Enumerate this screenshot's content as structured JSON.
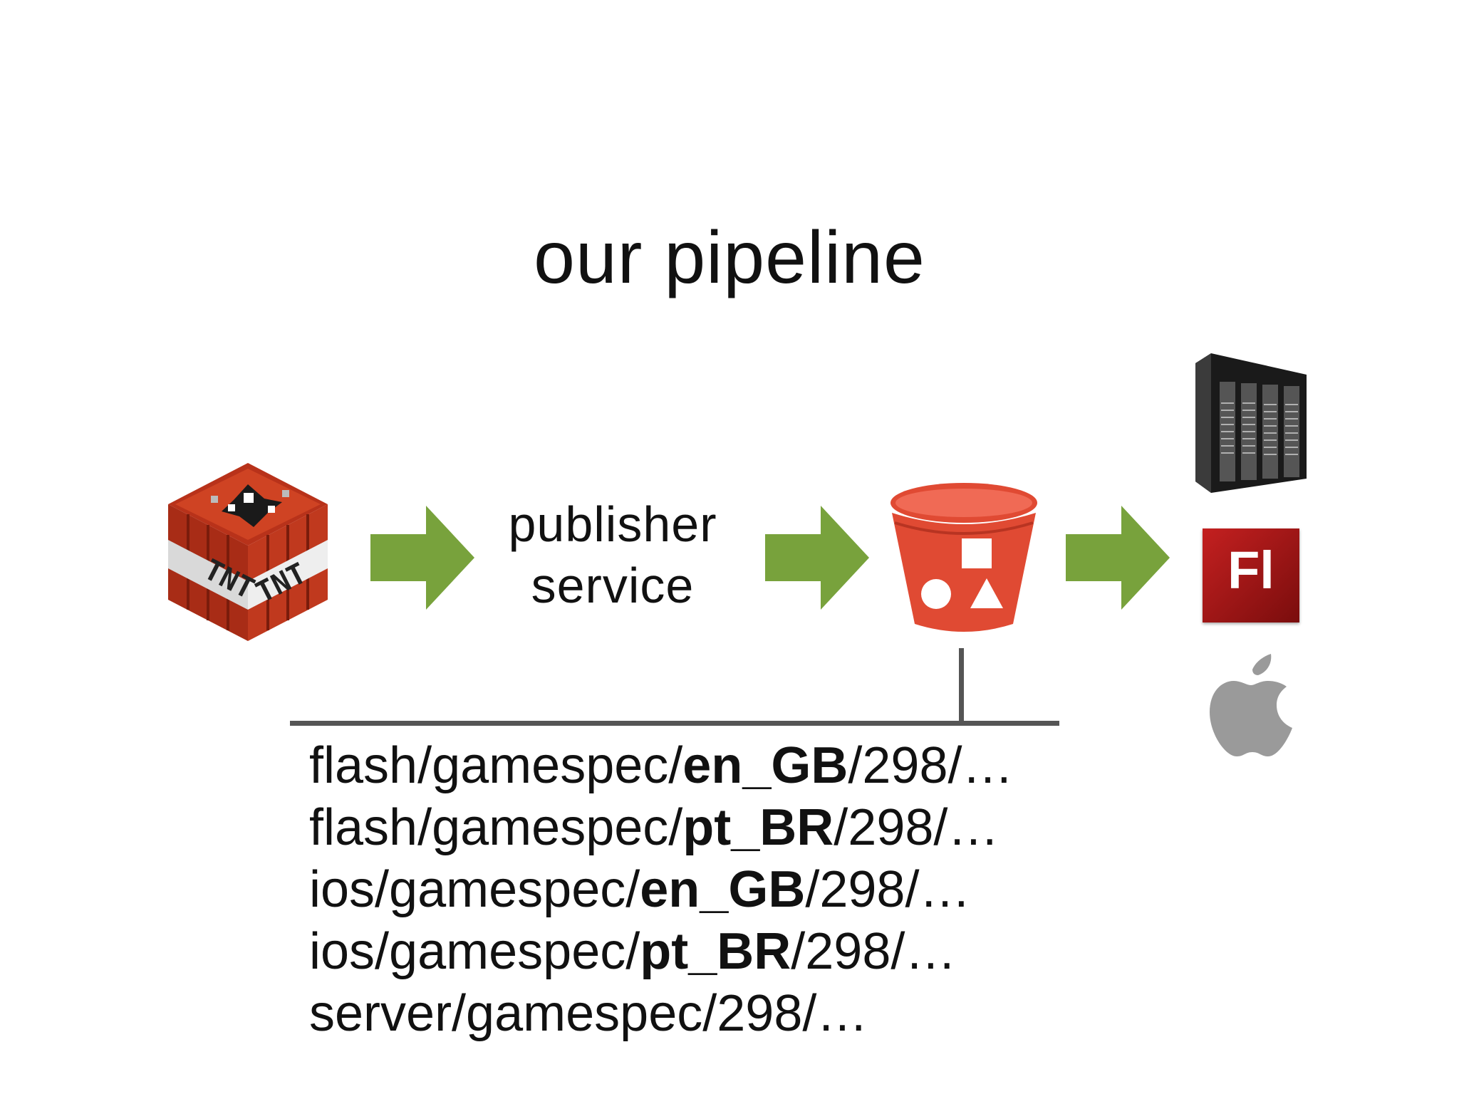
{
  "slide": {
    "title": "our pipeline"
  },
  "pipeline": {
    "source": {
      "icon": "tnt-block-icon",
      "label_text": "TNT",
      "colors": {
        "red": "#c8381e",
        "band": "#e9e9e9"
      }
    },
    "publisher": {
      "line1": "publisher",
      "line2": "service"
    },
    "storage": {
      "icon": "s3-bucket-icon",
      "color": "#e04a33"
    },
    "targets": [
      {
        "icon": "server-rack-icon"
      },
      {
        "icon": "flash-icon",
        "label": "Fl",
        "color": "#b01c1c"
      },
      {
        "icon": "apple-icon",
        "color": "#9a9a9a"
      }
    ],
    "arrow_color": "#78a23c",
    "connector_color": "#555555"
  },
  "paths": [
    {
      "prefix": "flash/gamespec/",
      "bold": "en_GB",
      "suffix": "/298/…"
    },
    {
      "prefix": "flash/gamespec/",
      "bold": "pt_BR",
      "suffix": "/298/…"
    },
    {
      "prefix": "ios/gamespec/",
      "bold": "en_GB",
      "suffix": "/298/…"
    },
    {
      "prefix": "ios/gamespec/",
      "bold": "pt_BR",
      "suffix": "/298/…"
    },
    {
      "prefix": "server/gamespec/298/…",
      "bold": "",
      "suffix": ""
    }
  ]
}
